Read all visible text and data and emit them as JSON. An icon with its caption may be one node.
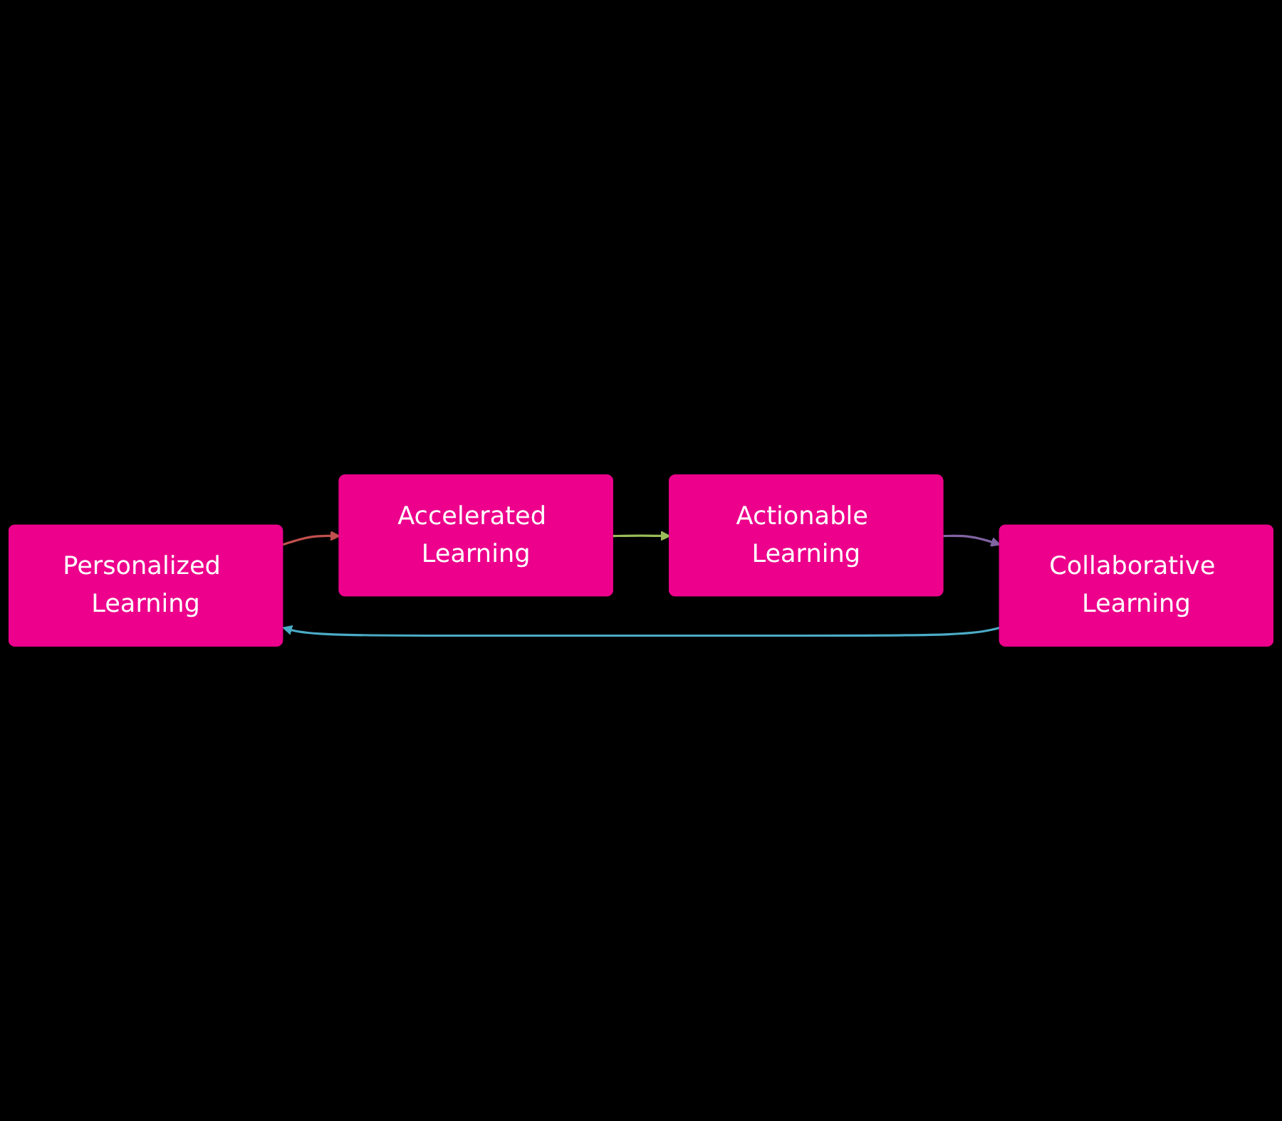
{
  "diagram": {
    "nodes": [
      {
        "text": [
          "Personalized Learning"
        ]
      },
      {
        "text": [
          "Accelerated Learning"
        ]
      },
      {
        "text": [
          "Actionable Learning"
        ]
      },
      {
        "text": [
          "Collaborative Learning"
        ]
      }
    ],
    "edges": [
      {
        "from": 0,
        "to": 1,
        "arrow": "to",
        "color": "#c0504d"
      },
      {
        "from": 1,
        "to": 2,
        "arrow": "to",
        "color": "#9bbb59"
      },
      {
        "from": 2,
        "to": 3,
        "arrow": "to",
        "color": "#8064a2"
      },
      {
        "from": 3,
        "to": 0,
        "arrow": "to",
        "color": "#4bacc6"
      }
    ]
  }
}
